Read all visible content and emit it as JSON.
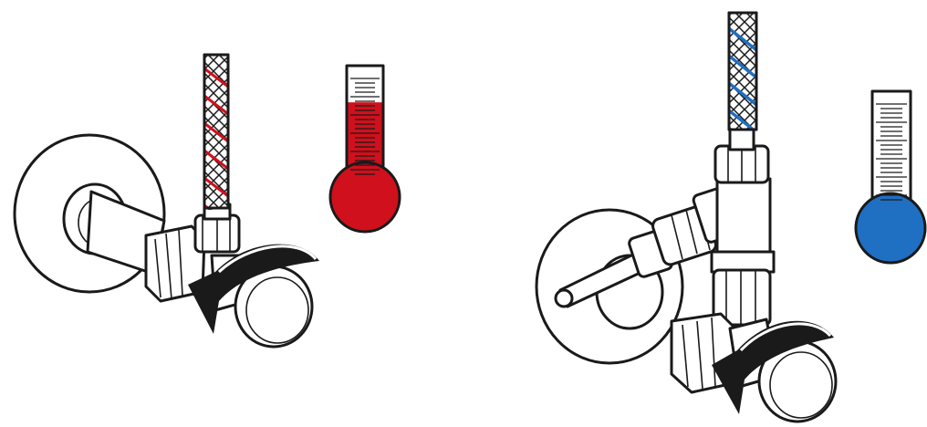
{
  "figure": {
    "background": "#ffffff",
    "ink": "#1a1a1a",
    "panels": [
      {
        "id": "hot",
        "hose_icon": "braided-hose-icon",
        "valve_icon": "angle-stop-valve-icon",
        "arrow_icon": "turn-counterclockwise-arrow-icon",
        "thermometer_icon": "thermometer-icon",
        "accent": "#d0101c",
        "thermometer_fill_level": 0.78
      },
      {
        "id": "cold",
        "hose_icon": "braided-hose-icon",
        "valve_icon": "double-outlet-angle-valve-icon",
        "arrow_icon": "turn-counterclockwise-arrow-icon",
        "thermometer_icon": "thermometer-icon",
        "accent": "#1f6fc2",
        "thermometer_fill_level": 0.12
      }
    ]
  }
}
